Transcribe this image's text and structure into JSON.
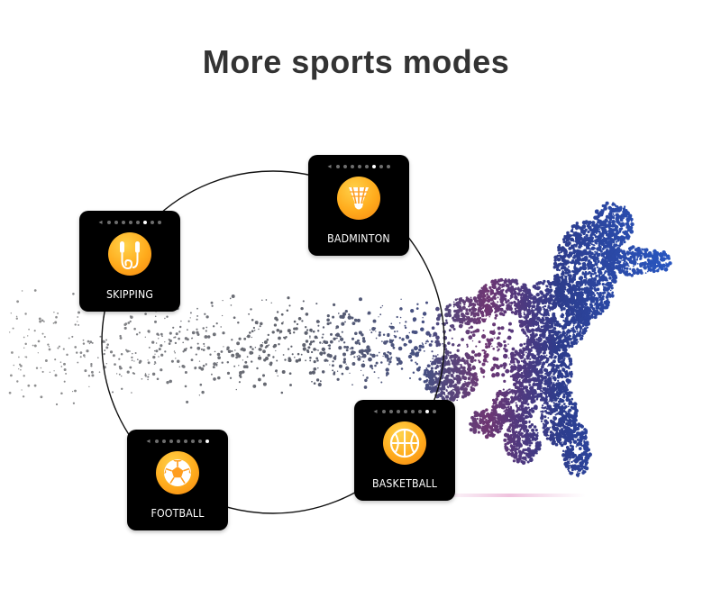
{
  "title": "More sports modes",
  "accent_color": "#ff9d1e",
  "modes": [
    {
      "label": "BADMINTON",
      "icon": "shuttlecock-icon",
      "active_dot": 5
    },
    {
      "label": "SKIPPING",
      "icon": "jump-rope-icon",
      "active_dot": 5
    },
    {
      "label": "BASKETBALL",
      "icon": "basketball-icon",
      "active_dot": 6
    },
    {
      "label": "FOOTBALL",
      "icon": "football-icon",
      "active_dot": 7
    }
  ]
}
